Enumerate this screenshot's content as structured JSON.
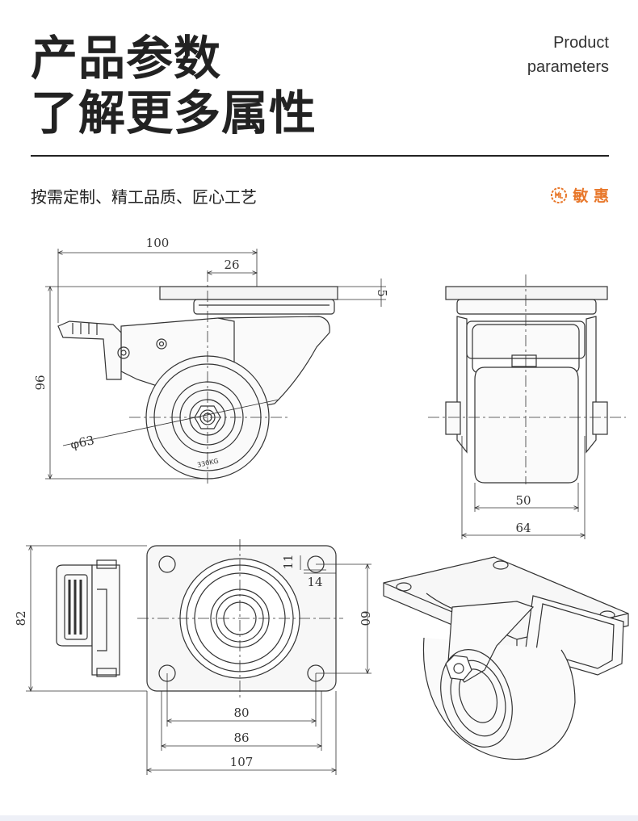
{
  "header": {
    "title_line1": "产品参数",
    "title_line2": "了解更多属性",
    "subtitle_en_line1": "Product",
    "subtitle_en_line2": "parameters"
  },
  "tagline": "按需定制、精工品质、匠心工艺",
  "brand": {
    "name": "敏 惠",
    "icon": "brand-logo-icon",
    "color": "#e8772a"
  },
  "dimensions": {
    "side_width": "100",
    "side_offset": "26",
    "plate_thickness": "5",
    "height": "96",
    "wheel_diameter": "φ63",
    "front_wheel_width": "50",
    "front_overall_width": "64",
    "top_depth": "82",
    "top_hole_offset_a": "11",
    "top_hole_offset_b": "14",
    "top_hole_spacing_v": "60",
    "top_hole_spacing_h": "80",
    "top_plate_inner": "86",
    "top_overall": "107"
  },
  "wheel_marking": "330KG"
}
